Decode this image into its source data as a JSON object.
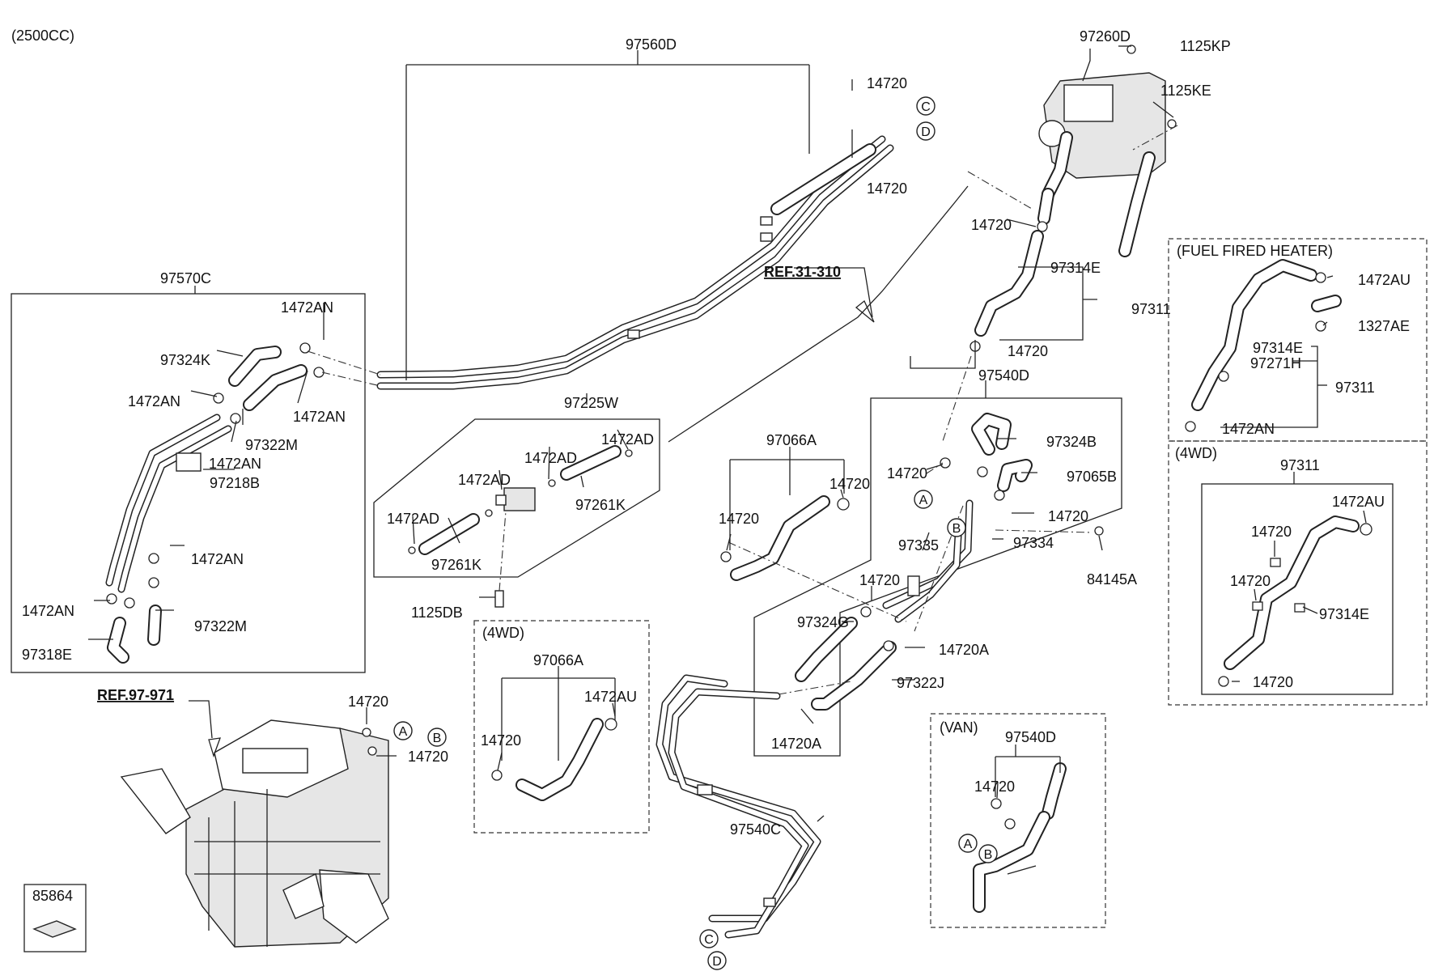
{
  "header": {
    "engine_note": "(2500CC)"
  },
  "refs": {
    "ref_31_310": "REF.31-310",
    "ref_97_971": "REF.97-971"
  },
  "sections": {
    "fuel_fired_heater": "(FUEL FIRED HEATER)",
    "four_wd_right": "(4WD)",
    "four_wd_center": "(4WD)",
    "van": "(VAN)"
  },
  "circles": {
    "a": "A",
    "b": "B",
    "c": "C",
    "d": "D"
  },
  "labels": {
    "p97560D": "97560D",
    "p97260D": "97260D",
    "p1125KP": "1125KP",
    "p1125KE": "1125KE",
    "p14720_tc1": "14720",
    "p14720_tc2": "14720",
    "p14720_heater": "14720",
    "p97314E_main": "97314E",
    "p97311_main": "97311",
    "p14720_main": "14720",
    "p97570C": "97570C",
    "p1472AN_1": "1472AN",
    "p97324K": "97324K",
    "p1472AN_2": "1472AN",
    "p1472AN_3": "1472AN",
    "p97322M_1": "97322M",
    "p1472AN_4": "1472AN",
    "p97218B": "97218B",
    "p1472AN_5": "1472AN",
    "p1472AN_6": "1472AN",
    "p97322M_2": "97322M",
    "p97318E": "97318E",
    "p97225W": "97225W",
    "p1472AD_1": "1472AD",
    "p1472AD_2": "1472AD",
    "p1472AD_3": "1472AD",
    "p1472AD_4": "1472AD",
    "p97261K_1": "97261K",
    "p97261K_2": "97261K",
    "p1125DB": "1125DB",
    "p97540D_main": "97540D",
    "p97324B": "97324B",
    "p97065B": "97065B",
    "p14720_bx1": "14720",
    "p14720_bx2": "14720",
    "p97335": "97335",
    "p97334": "97334",
    "p84145A": "84145A",
    "p14720_bx3": "14720",
    "p97324G": "97324G",
    "p14720A_1": "14720A",
    "p97322J": "97322J",
    "p14720A_2": "14720A",
    "p97066A_main": "97066A",
    "p14720_h1": "14720",
    "p14720_h2": "14720",
    "p97066A_4wd": "97066A",
    "p1472AU_4wd": "1472AU",
    "p14720_4wd": "14720",
    "p14720_ref1": "14720",
    "p14720_ref2": "14720",
    "p85864": "85864",
    "p97540C": "97540C",
    "p97540D_van": "97540D",
    "p14720_van": "14720",
    "p1472AU_ffh": "1472AU",
    "p1327AE": "1327AE",
    "p97314E_ffh": "97314E",
    "p97271H": "97271H",
    "p97311_ffh": "97311",
    "p1472AN_ffh": "1472AN",
    "p97311_4wd": "97311",
    "p1472AU_r4wd": "1472AU",
    "p14720_r1": "14720",
    "p14720_r2": "14720",
    "p97314E_r4wd": "97314E",
    "p14720_r3": "14720"
  }
}
